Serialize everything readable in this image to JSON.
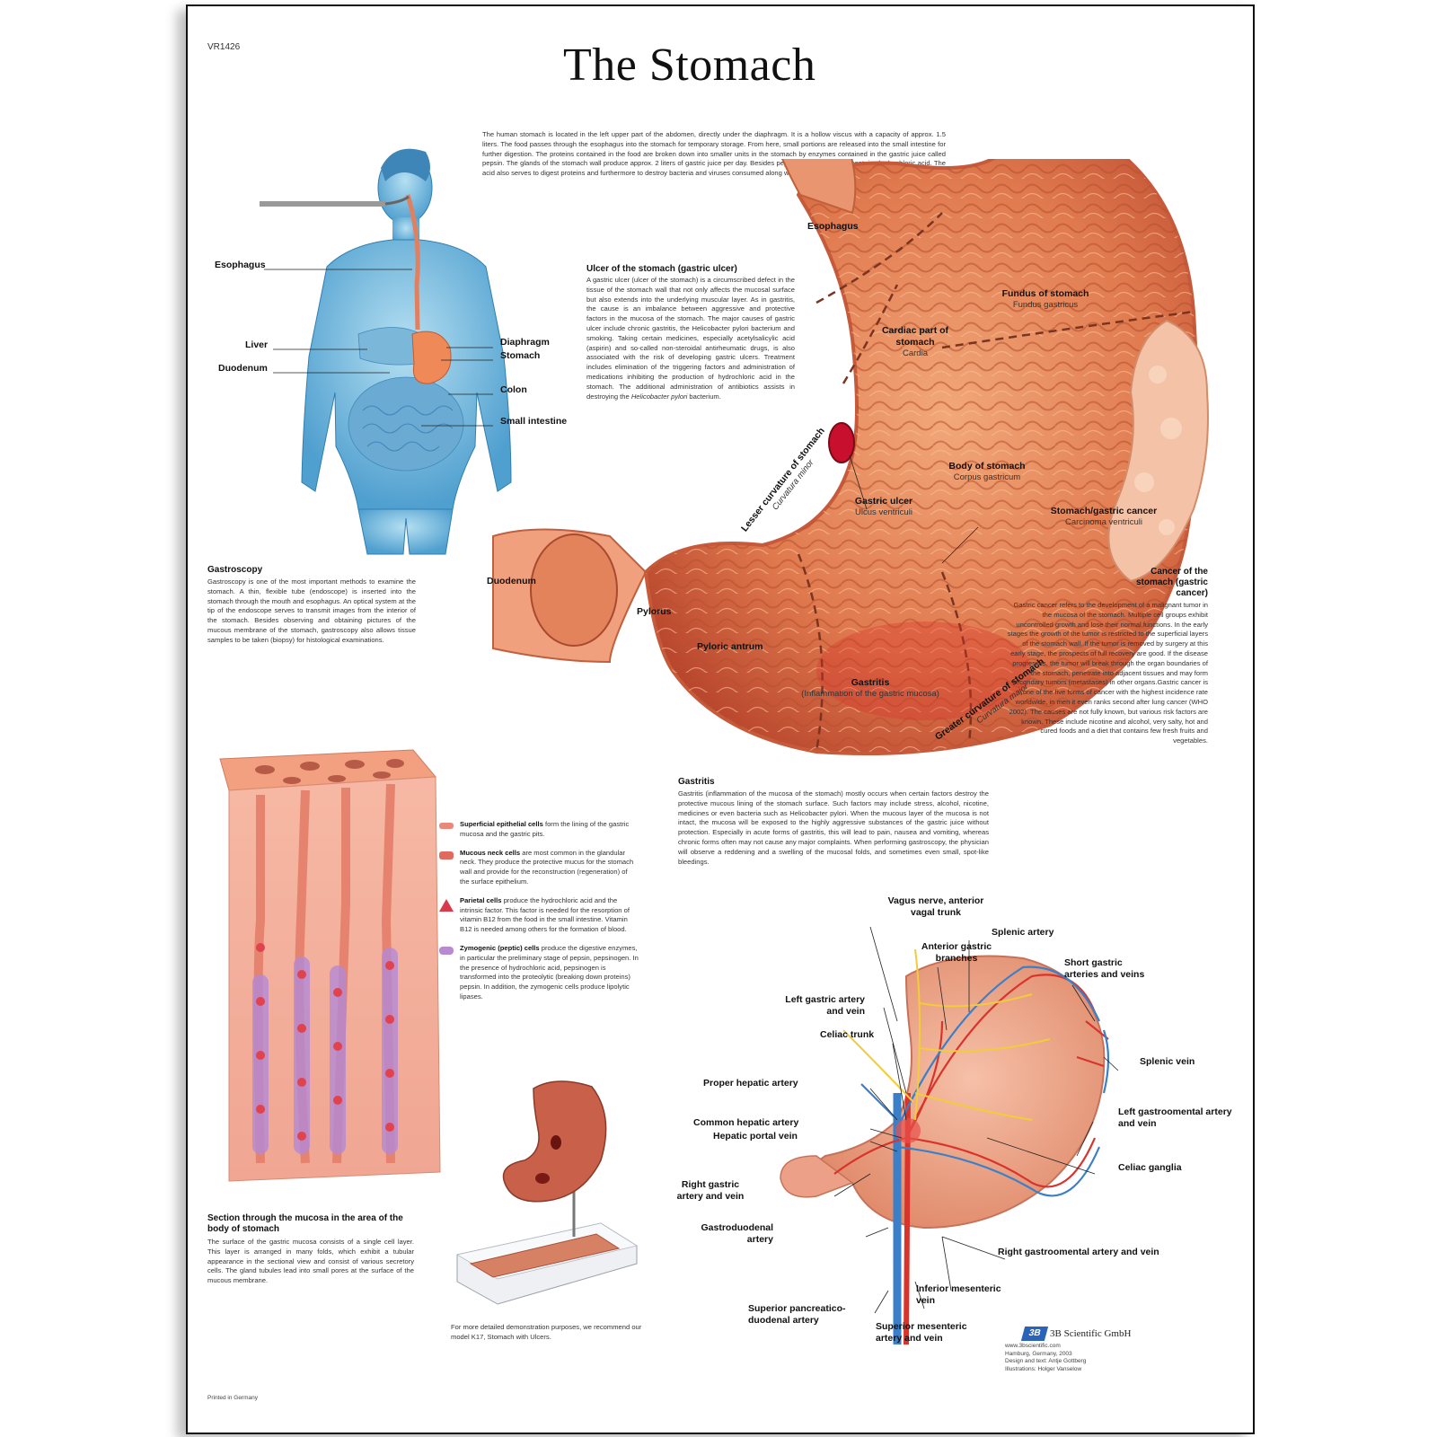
{
  "poster": {
    "code": "VR1426",
    "title": "The Stomach",
    "intro": "The human stomach is located in the left upper part of the abdomen, directly under the diaphragm. It is a hollow viscus with a capacity of approx. 1.5 liters. The food passes through the esophagus into the stomach for temporary storage. From here, small portions are released into the small intestine for further digestion. The proteins contained in the food are broken down into smaller units in the stomach by enzymes contained in the gastric juice called pepsin. The glands of the stomach wall produce approx. 2 liters of gastric juice per day. Besides pepsin, this juice mainly contains hydrochloric acid. The acid also serves to digest proteins and furthermore to destroy bacteria and viruses consumed along with the food.",
    "printed": "Printed in Germany"
  },
  "body_figure": {
    "labels": {
      "esophagus": "Esophagus",
      "liver": "Liver",
      "duodenum": "Duodenum",
      "diaphragm": "Diaphragm",
      "stomach": "Stomach",
      "colon": "Colon",
      "small_intestine": "Small intestine"
    }
  },
  "gastroscopy": {
    "title": "Gastroscopy",
    "text": "Gastroscopy is one of the most important methods to examine the stomach. A thin, flexible tube (endoscope) is inserted into the stomach through the mouth and esophagus. An optical system at the tip of the endoscope serves to transmit images from the interior of the stomach. Besides observing and obtaining pictures of the mucous membrane of the stomach, gastroscopy also allows tissue samples to be taken (biopsy) for histological examinations."
  },
  "ulcer": {
    "title": "Ulcer of the stomach (gastric ulcer)",
    "text": "A gastric ulcer (ulcer of the stomach) is a circumscribed defect in the tissue of the stomach wall that not only affects the mucosal surface but also extends into the underlying muscular layer. As in gastritis, the cause is an imbalance between aggressive and protective factors in the mucosa of the stomach. The major causes of gastric ulcer include chronic gastritis, the Helicobacter pylori bacterium and smoking. Taking certain medicines, especially acetylsalicylic acid (aspirin) and so-called non-steroidal antirheumatic drugs, is also associated with the risk of developing gastric ulcers. Treatment includes elimination of the triggering factors and administration of medications inhibiting the production of hydrochloric acid in the stomach. The additional administration of antibiotics assists in destroying the",
    "text_italic": "Helicobacter pylori",
    "text_end": " bacterium."
  },
  "stomach_section": {
    "esophagus": "Esophagus",
    "fundus": "Fundus of stomach",
    "fundus_latin": "Fundus gastricus",
    "cardiac": "Cardiac part of stomach",
    "cardiac_latin": "Cardia",
    "body": "Body of stomach",
    "body_latin": "Corpus gastricum",
    "lesser": "Lesser curvature of stomach",
    "lesser_latin": "Curvatura minor",
    "ulcer": "Gastric ulcer",
    "ulcer_latin": "Ulcus ventriculi",
    "cancer": "Stomach/gastric cancer",
    "cancer_latin": "Carcinoma ventriculi",
    "duodenum": "Duodenum",
    "pylorus": "Pylorus",
    "antrum": "Pyloric antrum",
    "gastritis": "Gastritis",
    "gastritis_latin": "(Inflammation of the gastric mucosa)",
    "greater": "Greater curvature of stomach",
    "greater_latin": "Curvatura major"
  },
  "cancer": {
    "title": "Cancer of the stomach (gastric cancer)",
    "text": "Gastric cancer refers to the development of a malignant tumor in the mucosa of the stomach. Multiple cell groups exhibit uncontrolled growth and lose their normal functions. In the early stages the growth of the tumor is restricted to the superficial layers of the stomach wall. If the tumor is removed by surgery at this early stage, the prospects of full recovery are good. If the disease progresses, the tumor will break through the organ boundaries of the stomach, penetrate into adjacent tissues and may form secondary tumors (metastases) in other organs.Gastric cancer is one of the five forms of cancer with the highest incidence rate worldwide, in men it even ranks second after lung cancer (WHO 2002). The causes are not fully known, but various risk factors are known. These include nicotine and alcohol, very salty, hot and cured foods and a diet that contains few fresh fruits and vegetables."
  },
  "gastritis": {
    "title": "Gastritis",
    "text": "Gastritis (inflammation of the mucosa of the stomach) mostly occurs when certain factors destroy the protective mucous lining of the stomach surface. Such factors may include stress, alcohol, nicotine, medicines or even bacteria such as Helicobacter pylori. When the mucous layer of the mucosa is not intact, the mucosa will be exposed to the highly aggressive substances of the gastric juice without protection. Especially in acute forms of gastritis, this will lead to pain, nausea and vomiting, whereas chronic forms often may not cause any major complaints. When performing gastroscopy, the physician will observe a reddening and a swelling of the mucosal folds, and sometimes even small, spot-like bleedings."
  },
  "cells": [
    {
      "name": "Superficial epithelial cells",
      "text": " form the lining of the gastric mucosa and the gastric pits.",
      "color": "#e8877a"
    },
    {
      "name": "Mucous neck cells",
      "text": " are most common in the glandular neck. They produce the protective mucus for the stomach wall and provide for the reconstruction (regeneration) of the surface epithelium.",
      "color": "#e06a5e"
    },
    {
      "name": "Parietal cells",
      "text": " produce the hydrochloric acid and the intrinsic factor. This factor is needed for the resorption of vitamin B12 from the food in the small intestine. Vitamin B12 is needed among others for the formation of blood.",
      "color": "#d83a4a"
    },
    {
      "name": "Zymogenic (peptic) cells",
      "text": " produce the digestive enzymes, in particular the preliminary stage of pepsin, pepsinogen. In the presence of hydrochloric acid, pepsinogen is transformed into the proteolytic (breaking down proteins) pepsin. In addition, the zymogenic cells produce lipolytic lipases.",
      "color": "#b98ad0"
    }
  ],
  "mucosa": {
    "title": "Section through the mucosa in the area of the body of stomach",
    "text": "The surface of the gastric mucosa consists of a single cell layer. This layer is arranged in many folds, which exhibit a tubular appearance in the sectional view and consist of various secretory cells. The gland tubules lead into small pores at the surface of the mucous membrane."
  },
  "model_note": "For more detailed demonstration purposes, we recommend our model K17, Stomach with Ulcers.",
  "vessels": {
    "vagus": "Vagus nerve, anterior vagal trunk",
    "splenic_artery": "Splenic artery",
    "anterior_gastric": "Anterior gastric branches",
    "short_gastric": "Short gastric arteries and veins",
    "left_gastric": "Left gastric artery and vein",
    "celiac_trunk": "Celiac trunk",
    "splenic_vein": "Splenic vein",
    "proper_hepatic": "Proper hepatic artery",
    "left_gastroomental": "Left gastroomental artery and vein",
    "common_hepatic": "Common hepatic artery",
    "hepatic_portal": "Hepatic portal vein",
    "celiac_ganglia": "Celiac ganglia",
    "right_gastric": "Right gastric artery and vein",
    "gastroduodenal": "Gastroduodenal artery",
    "right_gastroomental": "Right gastroomental artery and vein",
    "inferior_mesenteric": "Inferior mesenteric vein",
    "superior_pancreatico": "Superior pancreatico-duodenal artery",
    "superior_mesenteric": "Superior mesenteric artery and vein"
  },
  "publisher": {
    "name": "3B Scientific GmbH",
    "url": "www.3bscientific.com",
    "city": "Hamburg, Germany, 2003",
    "design": "Design and text: Antje Gottberg",
    "illustrations": "Illustrations: Holger Vanselow"
  },
  "colors": {
    "stomach_flesh": "#e08a62",
    "body_blue": "#8cc8e6",
    "artery": "#d8342c",
    "vein": "#3a7fc8",
    "nerve": "#f2cc3a"
  }
}
